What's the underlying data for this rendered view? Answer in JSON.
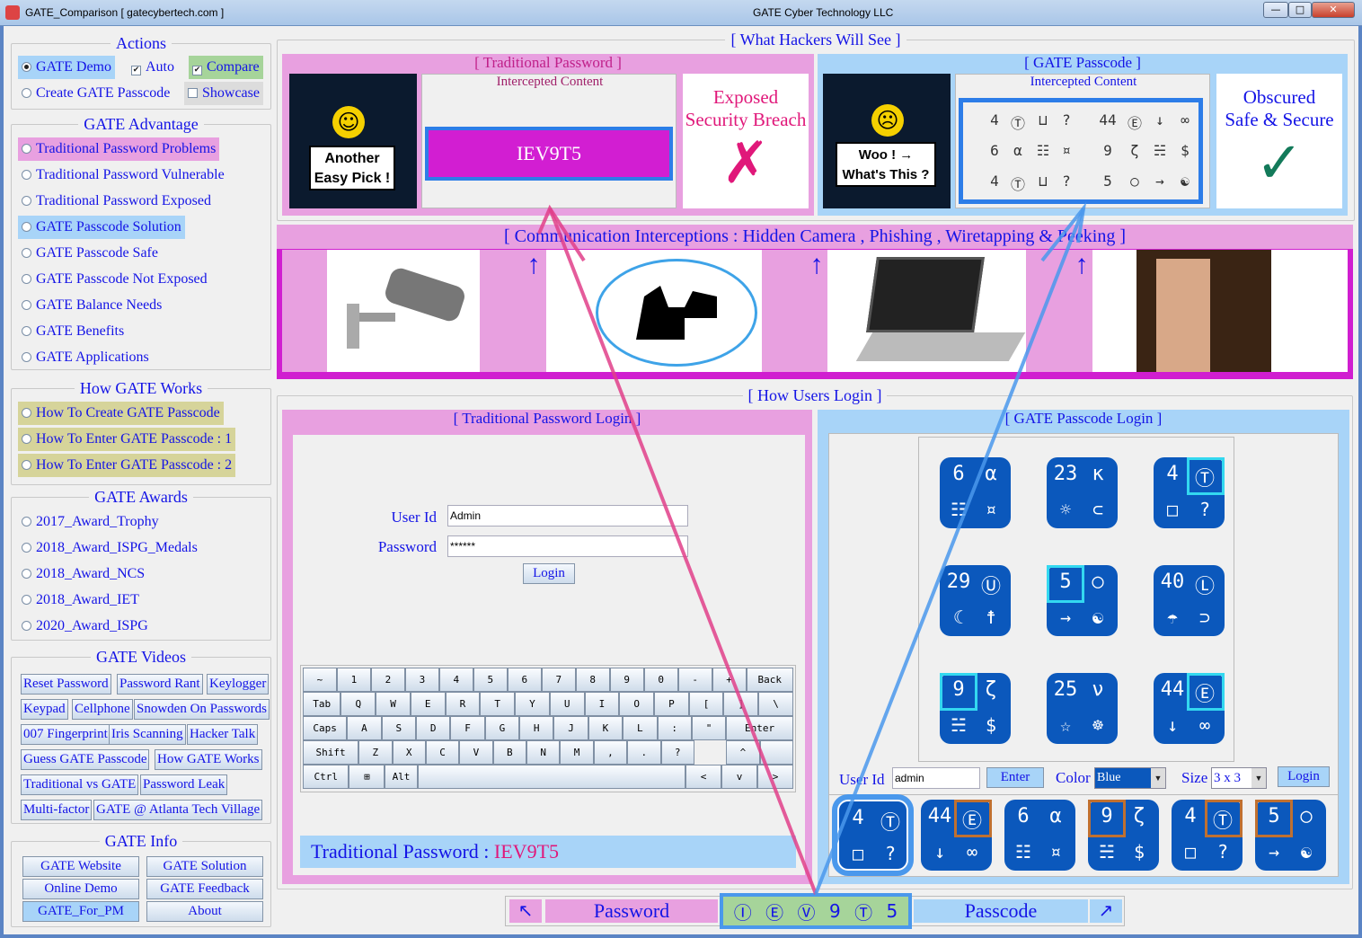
{
  "window": {
    "title": "GATE_Comparison [ gatecybertech.com ]",
    "company": "GATE Cyber Technology LLC",
    "controls": [
      "—",
      "□",
      "✕"
    ]
  },
  "actions": {
    "legend": "Actions",
    "gate_demo": "GATE Demo",
    "auto": "Auto",
    "compare": "Compare",
    "create": "Create GATE Passcode",
    "showcase": "Showcase"
  },
  "advantage": {
    "legend": "GATE Advantage",
    "items": [
      "Traditional Password Problems",
      "Traditional Password Vulnerable",
      "Traditional Password Exposed",
      "GATE Passcode Solution",
      "GATE Passcode Safe",
      "GATE Passcode Not Exposed",
      "GATE Balance Needs",
      "GATE Benefits",
      "GATE Applications"
    ]
  },
  "works": {
    "legend": "How GATE Works",
    "items": [
      "How To Create GATE Passcode",
      "How To Enter GATE Passcode : 1",
      "How To Enter GATE Passcode : 2"
    ]
  },
  "awards": {
    "legend": "GATE Awards",
    "items": [
      "2017_Award_Trophy",
      "2018_Award_ISPG_Medals",
      "2018_Award_NCS",
      "2018_Award_IET",
      "2020_Award_ISPG"
    ]
  },
  "videos": {
    "legend": "GATE Videos",
    "rows": [
      [
        "Reset Password",
        "Password Rant",
        "Keylogger"
      ],
      [
        "Keypad",
        "Cellphone",
        "Snowden On Passwords"
      ],
      [
        "007 Fingerprint",
        "Iris Scanning",
        "Hacker Talk"
      ],
      [
        "Guess GATE Passcode",
        "How GATE Works"
      ],
      [
        "Traditional vs GATE",
        "Password Leak"
      ],
      [
        "Multi-factor",
        "GATE @ Atlanta Tech Village"
      ]
    ]
  },
  "info": {
    "legend": "GATE Info",
    "buttons": [
      "GATE Website",
      "GATE Solution",
      "Online Demo",
      "GATE Feedback",
      "GATE_For_PM",
      "About"
    ]
  },
  "hackers": {
    "legend": "[ What Hackers Will See ]",
    "traditional": {
      "title": "[ Traditional Password ]",
      "caption": "Another Easy Pick !",
      "intercepted_label": "Intercepted Content",
      "value": "IEV9T5",
      "verdict1": "Exposed",
      "verdict2": "Security Breach",
      "mark": "✗"
    },
    "gate": {
      "title": "[ GATE Passcode ]",
      "caption1": "Woo !  →",
      "caption2": "What's This ?",
      "intercepted_label": "Intercepted Content",
      "grid": [
        [
          "4",
          "Ⓣ",
          "⊔",
          "?",
          "44",
          "Ⓔ",
          "↓",
          "∞"
        ],
        [
          "6",
          "α",
          "☷",
          "¤",
          "9",
          "ζ",
          "☵",
          "$"
        ],
        [
          "4",
          "Ⓣ",
          "⊔",
          "?",
          "5",
          "○",
          "→",
          "☯"
        ]
      ],
      "verdict1": "Obscured",
      "verdict2": "Safe & Secure",
      "mark": "✓"
    }
  },
  "interceptions": {
    "title": "[ Communication Interceptions : Hidden Camera , Phishing , Wiretapping & Peeking ]",
    "arrow": "↑"
  },
  "login": {
    "legend": "[ How Users Login ]",
    "traditional": {
      "title": "[ Traditional Password Login ]",
      "user_label": "User Id",
      "user_value": "Admin",
      "pass_label": "Password",
      "pass_value": "******",
      "login": "Login",
      "keyboard": [
        [
          "~",
          "1",
          "2",
          "3",
          "4",
          "5",
          "6",
          "7",
          "8",
          "9",
          "0",
          "-",
          "+",
          "Back"
        ],
        [
          "Tab",
          "Q",
          "W",
          "E",
          "R",
          "T",
          "Y",
          "U",
          "I",
          "O",
          "P",
          "[",
          "]",
          "\\"
        ],
        [
          "Caps",
          "A",
          "S",
          "D",
          "F",
          "G",
          "H",
          "J",
          "K",
          "L",
          ":",
          "\"",
          "Enter"
        ],
        [
          "Shift",
          "Z",
          "X",
          "C",
          "V",
          "B",
          "N",
          "M",
          ",",
          ".",
          "?",
          "",
          "^",
          ""
        ],
        [
          "Ctrl",
          "⊞",
          "Alt",
          " ",
          "<",
          "v",
          ">"
        ]
      ],
      "result_label": "Traditional Password  :",
      "result_value": "IEV9T5"
    },
    "gate": {
      "title": "[ GATE Passcode Login ]",
      "tiles": [
        [
          "6",
          "α",
          "☷",
          "¤"
        ],
        [
          "23",
          "κ",
          "☼",
          "⊂"
        ],
        [
          "4",
          "Ⓣ",
          "□",
          "?"
        ],
        [
          "29",
          "Ⓤ",
          "☾",
          "☨"
        ],
        [
          "5",
          "○",
          "→",
          "☯"
        ],
        [
          "40",
          "Ⓛ",
          "☂",
          "⊃"
        ],
        [
          "9",
          "ζ",
          "☵",
          "$"
        ],
        [
          "25",
          "ν",
          "☆",
          "☸"
        ],
        [
          "44",
          "Ⓔ",
          "↓",
          "∞"
        ]
      ],
      "tile_highlight": [
        null,
        null,
        "tr",
        null,
        "tl",
        null,
        "tl",
        null,
        "tr"
      ],
      "user_label": "User Id",
      "user_value": "admin",
      "enter": "Enter",
      "color_label": "Color",
      "color_value": "Blue",
      "size_label": "Size",
      "size_value": "3 x 3",
      "login": "Login",
      "entered": [
        [
          "4",
          "Ⓣ",
          "□",
          "?"
        ],
        [
          "44",
          "Ⓔ",
          "↓",
          "∞"
        ],
        [
          "6",
          "α",
          "☷",
          "¤"
        ],
        [
          "9",
          "ζ",
          "☵",
          "$"
        ],
        [
          "4",
          "Ⓣ",
          "□",
          "?"
        ],
        [
          "5",
          "○",
          "→",
          "☯"
        ]
      ],
      "entered_highlight": [
        null,
        "tr",
        null,
        "tl",
        "tr",
        "tl"
      ]
    }
  },
  "bottom": {
    "left_arrow": "↖",
    "password": "Password",
    "passcode_symbols": [
      "Ⓘ",
      "Ⓔ",
      "Ⓥ",
      "9",
      "Ⓣ",
      "5"
    ],
    "passcode": "Passcode",
    "right_arrow": "↗"
  },
  "colors": {
    "pink": "#e8a0e0",
    "magenta": "#d01ed0",
    "blue_tile": "#0b58bc",
    "light_blue": "#a8d4f8",
    "accent_text": "#1414e6"
  }
}
